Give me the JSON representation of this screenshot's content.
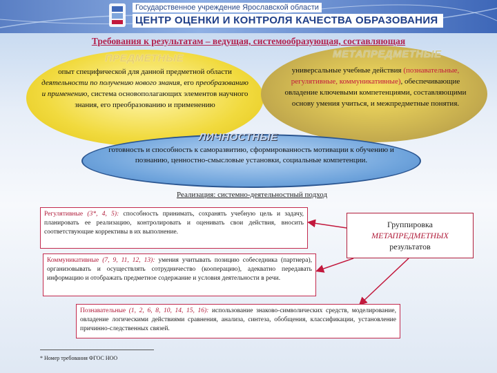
{
  "header": {
    "org_top": "Государственное учреждение Ярославской области",
    "org_main": "ЦЕНТР ОЦЕНКИ И КОНТРОЛЯ КАЧЕСТВА ОБРАЗОВАНИЯ",
    "logo_icon": "emblem-icon"
  },
  "title": "Требования к результатам – ведущая, системообразующая, составляющая",
  "subject": {
    "label": "ПРЕДМЕТНЫЕ",
    "t1": "опыт специфической для данной предметной области ",
    "t2": "деятельности по получению нового знания",
    "t3": ", его ",
    "t4": "преобразованию и применению",
    "t5": ", система основополагающих элементов научного знания, его преобразованию и применению"
  },
  "meta": {
    "label": "МЕТАПРЕДМЕТНЫЕ",
    "t1": "универсальные учебные действия ",
    "t2": "(познавательные, регулятивные, коммуникативные)",
    "t3": ", обеспечивающие овладение ключевыми компетенциями, составляющими основу умения учиться, и межпредметные понятия."
  },
  "personal": {
    "label": "ЛИЧНОСТНЫЕ",
    "text": "готовность и способность к саморазвитию, сформированность мотивации к обучению и познанию, ценностно-смысловые установки, социальные компетенции."
  },
  "realization": "Реализация: системно-деятельностный подход",
  "regulative": {
    "keyword": "Регулятивные",
    "refs": "(3*, 4, 5):",
    "text": " способность принимать, сохранять учебную цель и задачу, планировать ее реализацию, контролировать и оценивать свои действия, вносить соответствующие коррективы в их выполнение."
  },
  "communicative": {
    "keyword": "Коммуникативные",
    "refs": "(7, 9, 11, 12, 13):",
    "text": " умения учитывать позицию собеседника (партнера), организовывать и осуществлять сотрудничество (кооперацию), адекватно передавать информацию и отображать предметное содержание и условия деятельности в речи."
  },
  "cognitive": {
    "keyword": "Познавательные",
    "refs": "(1, 2, 6, 8, 10, 14, 15, 16):",
    "text": " использование знаково-символических средств, моделирование, овладение логическими действиями сравнения, анализа, синтеза, обобщения, классификации, установление причинно-следственных связей."
  },
  "grouping": {
    "line1": "Группировка",
    "line2": "МЕТАПРЕДМЕТНЫХ",
    "line3": "результатов"
  },
  "footnote": "* Номер требования ФГОС НОО",
  "colors": {
    "accent_red": "#c2183c",
    "banner_blue": "#3e67b8",
    "subject_yellow": "#f1da3e",
    "meta_olive": "#c2a94d",
    "personal_blue": "#6fa4dc"
  }
}
